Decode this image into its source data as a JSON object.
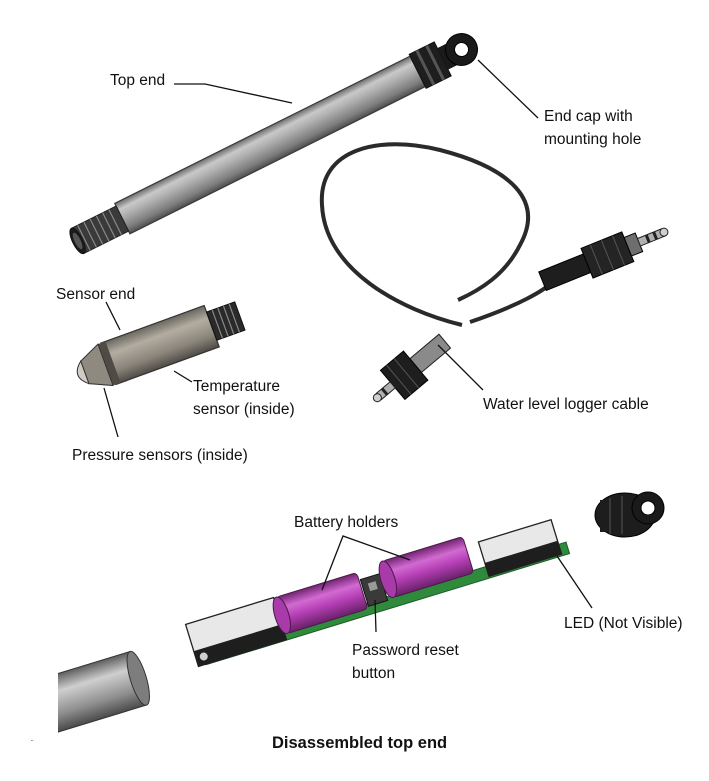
{
  "labels": {
    "top_end": "Top end",
    "end_cap_line1": "End cap with",
    "end_cap_line2": "mounting hole",
    "sensor_end": "Sensor end",
    "temperature_line1": "Temperature",
    "temperature_line2": "sensor (inside)",
    "pressure": "Pressure sensors (inside)",
    "cable": "Water level logger cable",
    "battery_holders": "Battery holders",
    "password_line1": "Password reset",
    "password_line2": "button",
    "led": "LED (Not Visible)"
  },
  "caption": "Disassembled top end",
  "colors": {
    "battery": "#b53fb5",
    "pcb": "#2f8a3c",
    "tube": "#9a9a9a",
    "dark": "#222222"
  }
}
